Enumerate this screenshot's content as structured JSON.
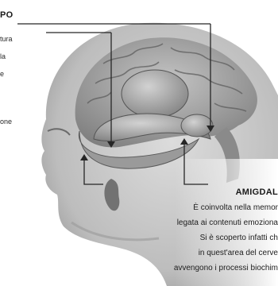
{
  "labels": {
    "hippocampus_title": "PO",
    "hippocampus_text": [
      "tura",
      "la",
      "e",
      "",
      "one"
    ],
    "amygdala_title": "AMIGDAL",
    "amygdala_text": [
      "È coinvolta nella memor",
      "legata ai contenuti emoziona",
      "Si è scoperto infatti ch",
      "in quest'area del cerve",
      "avvengono i processi biochim"
    ]
  },
  "colors": {
    "background": "#ffffff",
    "skin": "#c9c9c9",
    "brain": "#a8a8a8",
    "structure": "#8f8f8f",
    "line": "#262626"
  }
}
